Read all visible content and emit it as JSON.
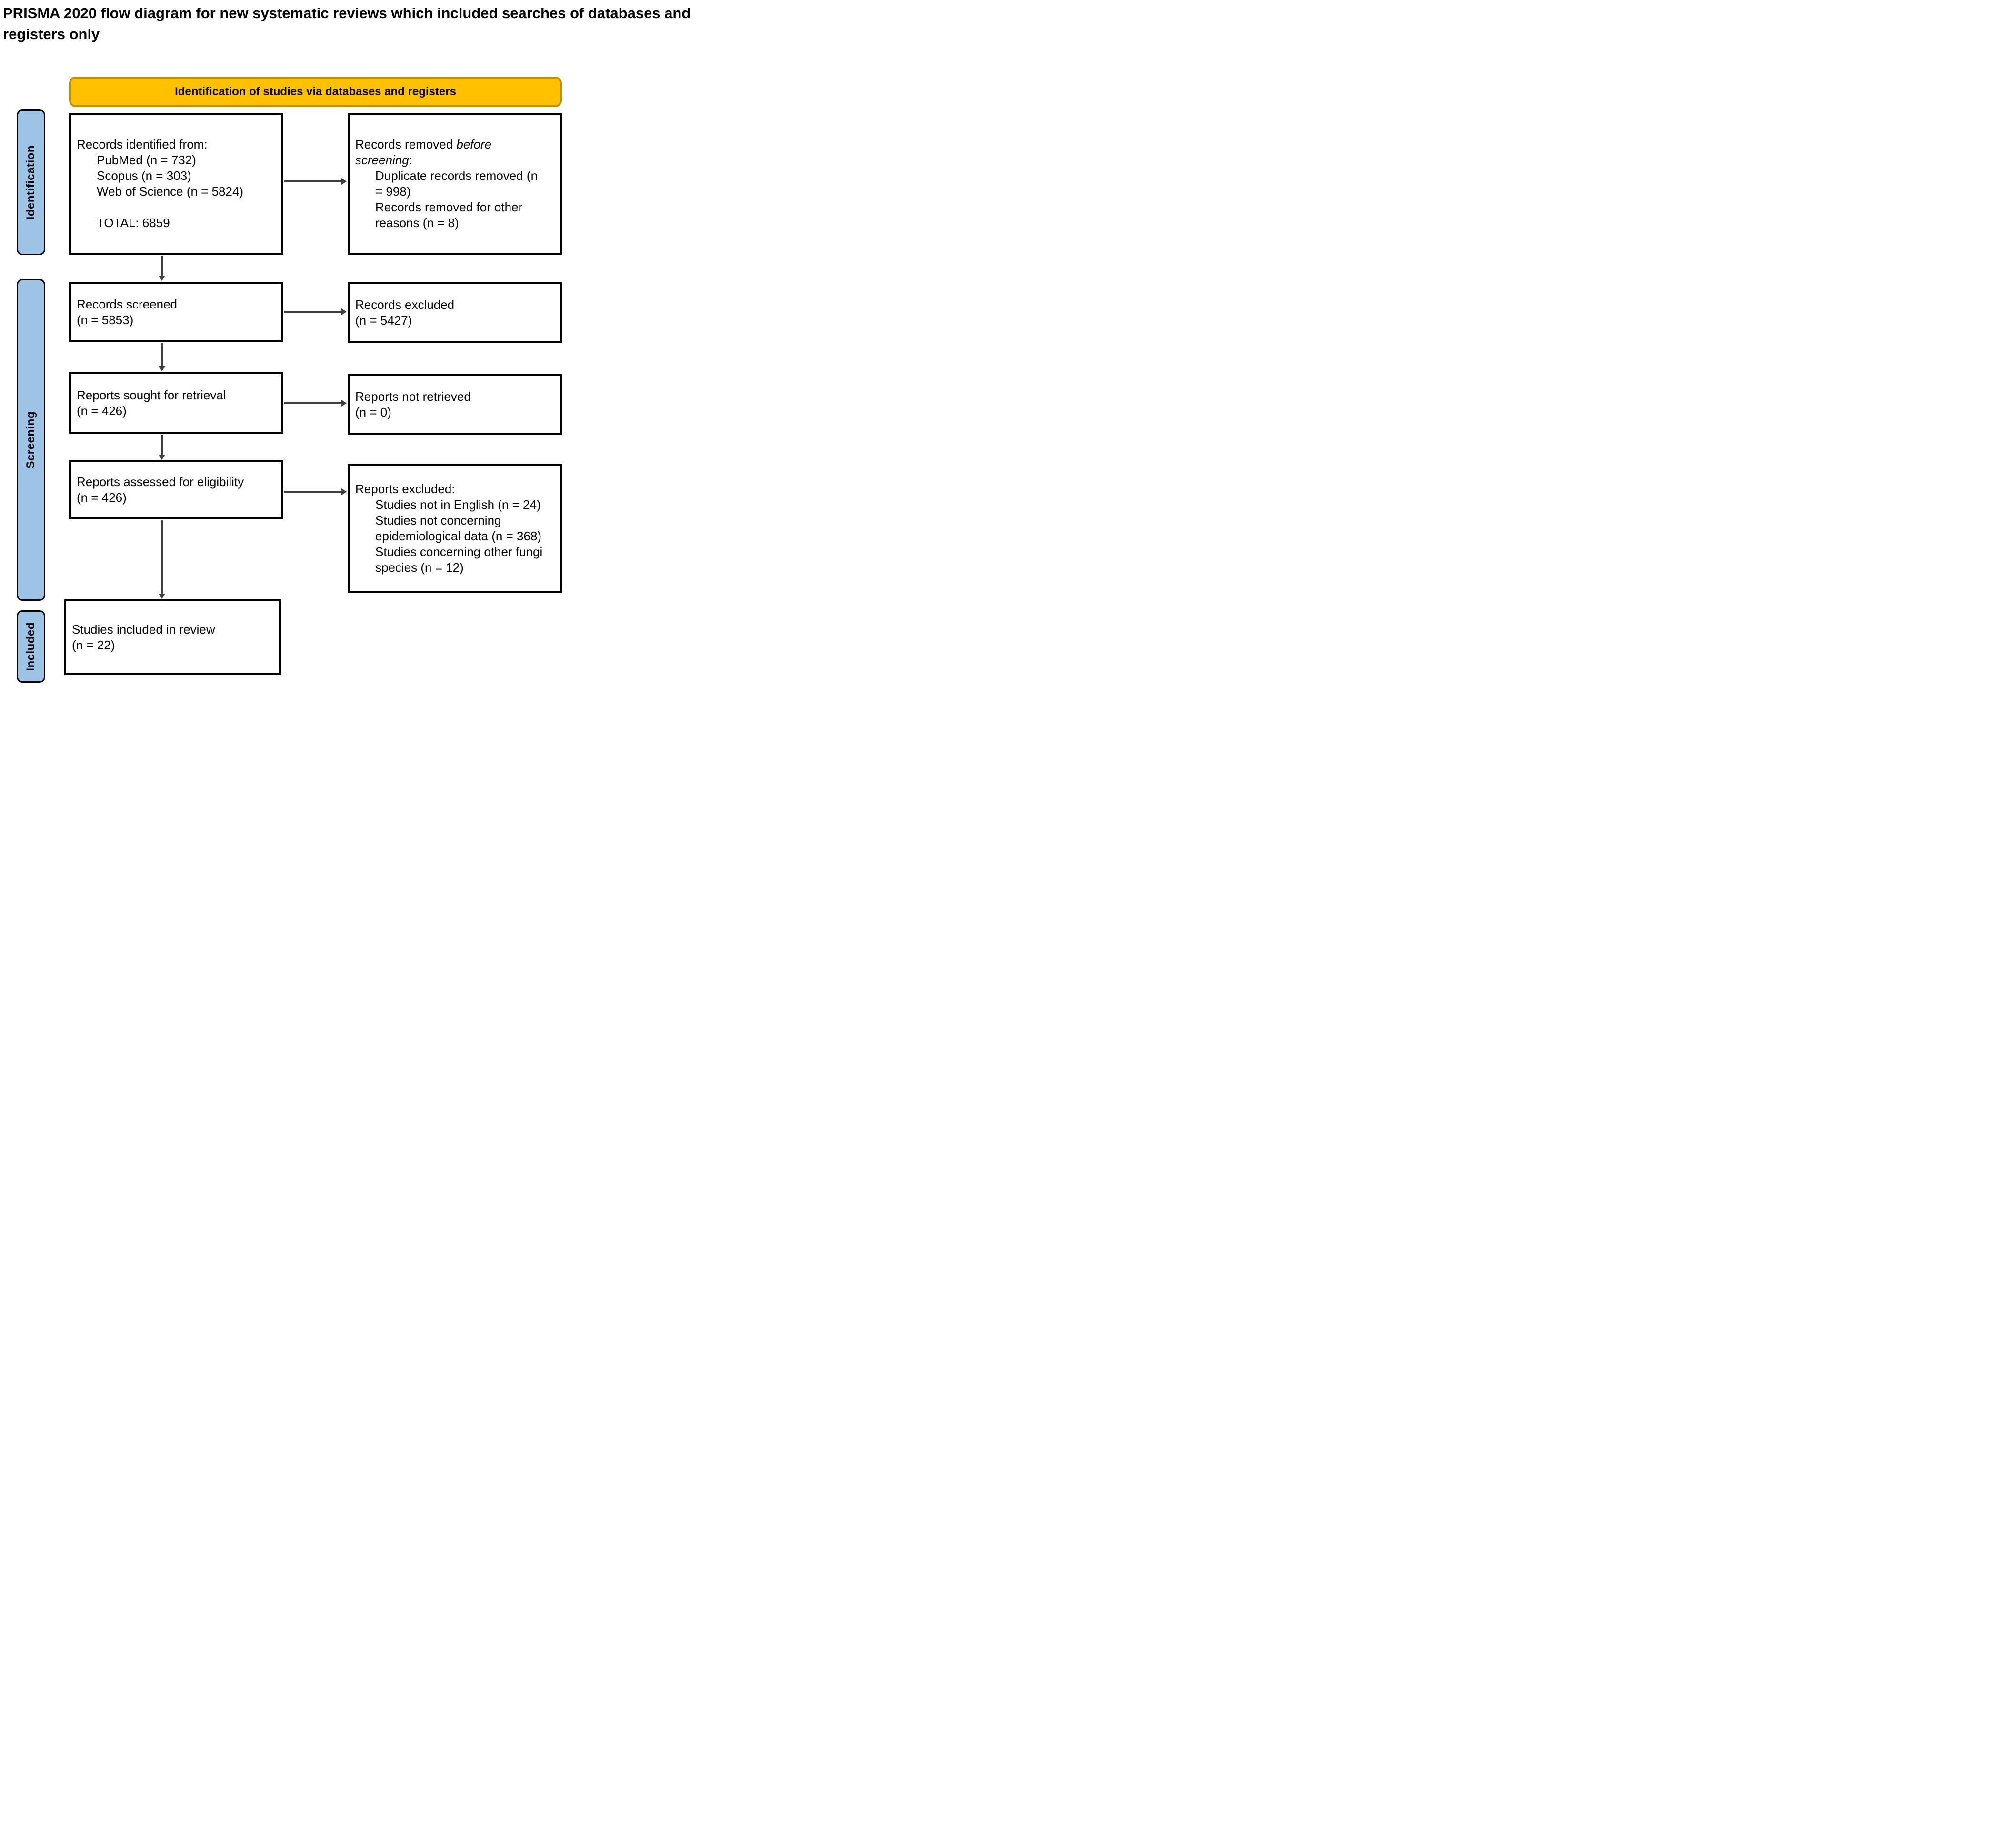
{
  "title": {
    "line1": "PRISMA 2020 flow diagram for new systematic reviews which included searches of databases and",
    "line2": "registers only"
  },
  "banner": {
    "label": "Identification of studies via databases and registers"
  },
  "sidebar": {
    "stages": [
      {
        "label": "Identification"
      },
      {
        "label": "Screening"
      },
      {
        "label": "Included"
      }
    ]
  },
  "boxes": {
    "identified": {
      "intro": "Records identified from:",
      "items": [
        "PubMed (n = 732)",
        "Scopus (n = 303)",
        "Web of Science (n = 5824)"
      ],
      "total": "TOTAL: 6859"
    },
    "removed": {
      "intro_prefix": "Records removed ",
      "intro_italic": "before screening",
      "intro_suffix": ":",
      "items": [
        "Duplicate records removed  (n = 998)",
        "Records removed for other reasons (n = 8)"
      ]
    },
    "screened": {
      "line1": "Records screened",
      "line2": "(n = 5853)"
    },
    "excluded": {
      "line1": "Records excluded",
      "line2": "(n = 5427)"
    },
    "sought": {
      "line1": "Reports sought for retrieval",
      "line2": "(n = 426)"
    },
    "not_retrieved": {
      "line1": "Reports not retrieved",
      "line2": "(n = 0)"
    },
    "assessed": {
      "line1": "Reports assessed for eligibility",
      "line2": "(n = 426)"
    },
    "reports_excluded": {
      "intro": "Reports excluded:",
      "items": [
        "Studies not in English (n = 24)",
        "Studies not concerning epidemiological data (n = 368)",
        "Studies concerning other fungi species (n = 12)"
      ]
    },
    "included": {
      "line1": "Studies included in review",
      "line2": "(n = 22)"
    }
  },
  "colors": {
    "banner_fill": "#FFC000",
    "banner_border": "#BF9000",
    "stage_fill": "#9DC3E6",
    "stage_border": "#000000",
    "box_border": "#000000",
    "connector": "#3F3F3F"
  }
}
